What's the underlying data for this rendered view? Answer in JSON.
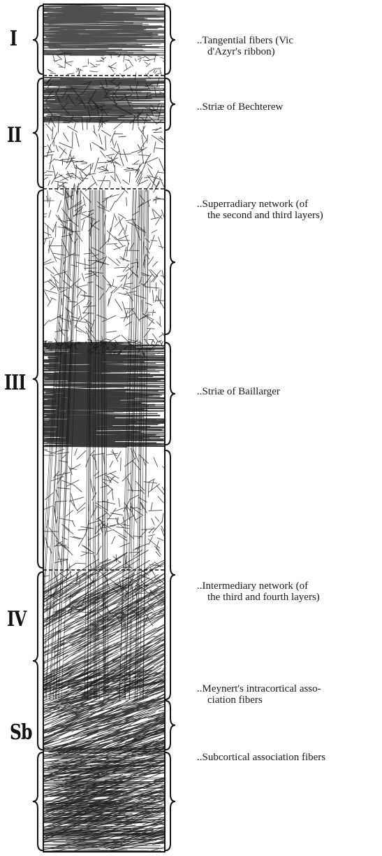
{
  "figure": {
    "layers": [
      {
        "id": "I",
        "label": "I"
      },
      {
        "id": "II",
        "label": "II"
      },
      {
        "id": "III",
        "label": "III"
      },
      {
        "id": "IV",
        "label": "IV"
      },
      {
        "id": "Sb",
        "label": "Sb"
      }
    ],
    "annotations": [
      {
        "line1": "..Tangential fibers (Vic",
        "line2": "d'Azyr's ribbon)"
      },
      {
        "line1": "..Striæ of Bechterew",
        "line2": ""
      },
      {
        "line1": "..Superradiary   network   (of",
        "line2": "the second and third layers)"
      },
      {
        "line1": "..Striæ of Baillarger",
        "line2": ""
      },
      {
        "line1": "..Intermediary    network   (of",
        "line2": "the third and fourth layers)"
      },
      {
        "line1": "..Meynert's intracortical asso-",
        "line2": "ciation fibers"
      },
      {
        "line1": "..Subcortical association fibers",
        "line2": ""
      }
    ],
    "ink_color": "#161616"
  }
}
